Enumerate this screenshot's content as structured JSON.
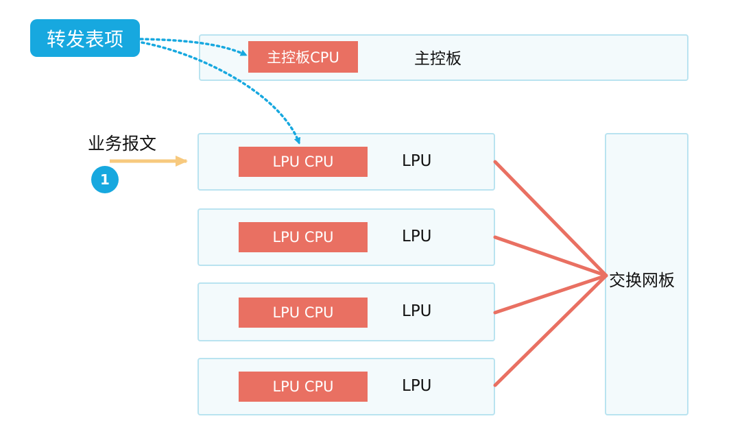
{
  "forward_table_label": "转发表项",
  "service_packet_label": "业务报文",
  "step_number": "1",
  "main_board": {
    "label": "主控板",
    "cpu_label": "主控板CPU"
  },
  "switch_board": {
    "label": "交换网板"
  },
  "lpus": [
    {
      "label": "LPU",
      "cpu_label": "LPU CPU"
    },
    {
      "label": "LPU",
      "cpu_label": "LPU CPU"
    },
    {
      "label": "LPU",
      "cpu_label": "LPU CPU"
    },
    {
      "label": "LPU",
      "cpu_label": "LPU CPU"
    }
  ],
  "colors": {
    "accent_blue": "#17a8df",
    "cpu_red": "#e97062",
    "arrow_yellow": "#f7c97e",
    "panel_border": "#b9e3f0"
  }
}
